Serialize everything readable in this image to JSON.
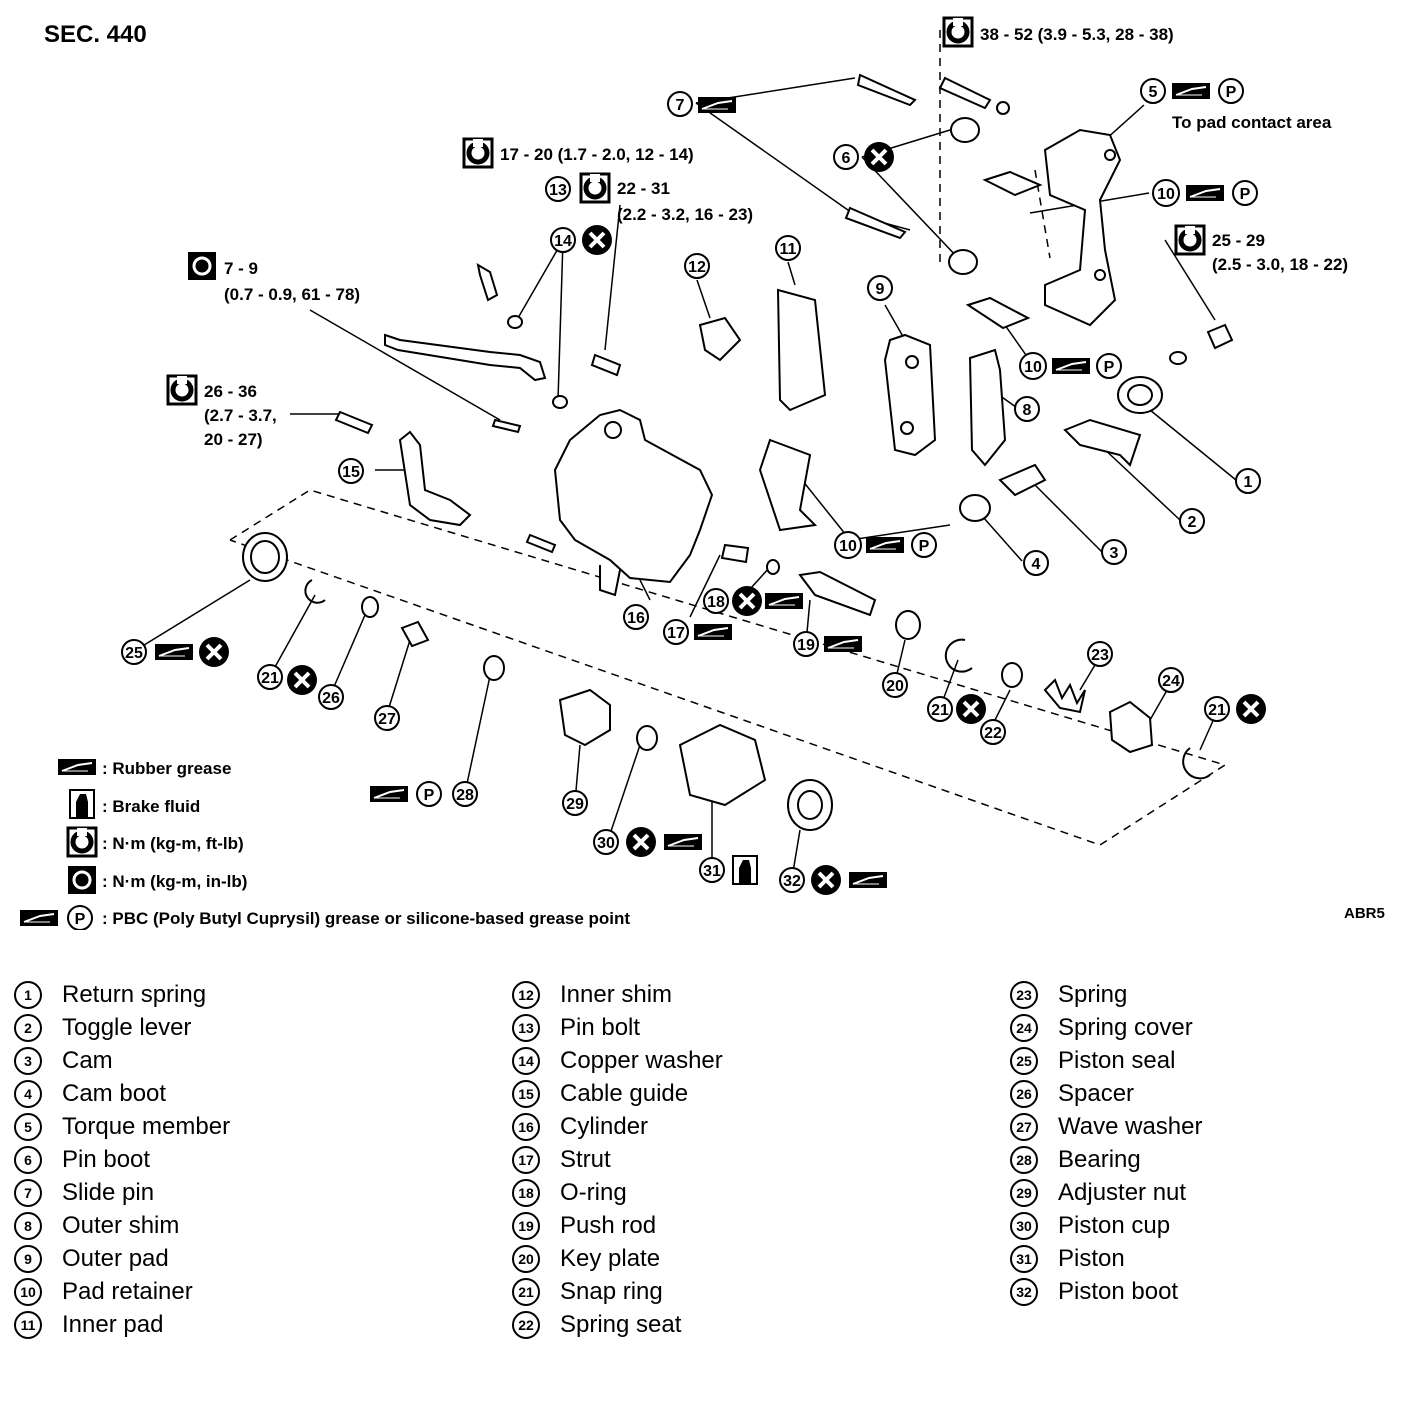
{
  "header": {
    "section": "SEC. 440",
    "figure_code": "ABR5"
  },
  "torque_specs": {
    "t1": "38 - 52 (3.9 - 5.3, 28 - 38)",
    "t2": "17 - 20 (1.7 - 2.0, 12 - 14)",
    "t3a": "22 - 31",
    "t3b": "(2.2 - 3.2, 16 - 23)",
    "t4a": "7 - 9",
    "t4b": "(0.7 - 0.9, 61 - 78)",
    "t5a": "25 - 29",
    "t5b": "(2.5 - 3.0, 18 - 22)",
    "t6a": "26 - 36",
    "t6b": "(2.7 - 3.7,",
    "t6c": "20 - 27)"
  },
  "notes": {
    "pad_contact": "To pad contact area"
  },
  "legend": {
    "rubber_grease": ": Rubber grease",
    "brake_fluid": ": Brake fluid",
    "torque_ft": ": N·m (kg-m, ft-lb)",
    "torque_in": ": N·m (kg-m, in-lb)",
    "pbc": ": PBC (Poly Butyl Cuprysil) grease or silicone-based grease point",
    "p": "P"
  },
  "parts": [
    {
      "num": "1",
      "name": "Return spring"
    },
    {
      "num": "2",
      "name": "Toggle lever"
    },
    {
      "num": "3",
      "name": "Cam"
    },
    {
      "num": "4",
      "name": "Cam boot"
    },
    {
      "num": "5",
      "name": "Torque member"
    },
    {
      "num": "6",
      "name": "Pin boot"
    },
    {
      "num": "7",
      "name": "Slide pin"
    },
    {
      "num": "8",
      "name": "Outer shim"
    },
    {
      "num": "9",
      "name": "Outer pad"
    },
    {
      "num": "10",
      "name": "Pad retainer"
    },
    {
      "num": "11",
      "name": "Inner pad"
    },
    {
      "num": "12",
      "name": "Inner shim"
    },
    {
      "num": "13",
      "name": "Pin bolt"
    },
    {
      "num": "14",
      "name": "Copper washer"
    },
    {
      "num": "15",
      "name": "Cable guide"
    },
    {
      "num": "16",
      "name": "Cylinder"
    },
    {
      "num": "17",
      "name": "Strut"
    },
    {
      "num": "18",
      "name": "O-ring"
    },
    {
      "num": "19",
      "name": "Push rod"
    },
    {
      "num": "20",
      "name": "Key plate"
    },
    {
      "num": "21",
      "name": "Snap ring"
    },
    {
      "num": "22",
      "name": "Spring seat"
    },
    {
      "num": "23",
      "name": "Spring"
    },
    {
      "num": "24",
      "name": "Spring cover"
    },
    {
      "num": "25",
      "name": "Piston seal"
    },
    {
      "num": "26",
      "name": "Spacer"
    },
    {
      "num": "27",
      "name": "Wave washer"
    },
    {
      "num": "28",
      "name": "Bearing"
    },
    {
      "num": "29",
      "name": "Adjuster nut"
    },
    {
      "num": "30",
      "name": "Piston cup"
    },
    {
      "num": "31",
      "name": "Piston"
    },
    {
      "num": "32",
      "name": "Piston boot"
    }
  ]
}
